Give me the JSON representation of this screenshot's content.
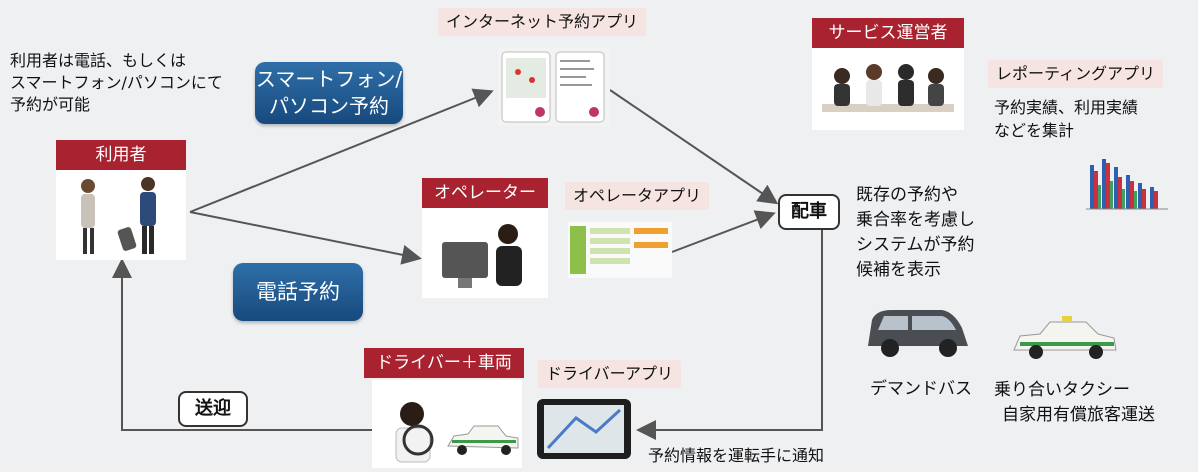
{
  "user_note": [
    "利用者は電話、もしくは",
    "スマートフォン/パソコンにて",
    "予約が可能"
  ],
  "user_label": "利用者",
  "smartphone_booking": [
    "スマートフォン/",
    "パソコン予約"
  ],
  "phone_booking": "電話予約",
  "internet_app": "インターネット予約アプリ",
  "operator_label": "オペレーター",
  "operator_app": "オペレータアプリ",
  "service_operator": "サービス運営者",
  "reporting_app": "レポーティングアプリ",
  "reporting_note": [
    "予約実績、利用実績",
    "などを集計"
  ],
  "dispatch": "配車",
  "dispatch_note": [
    "既存の予約や",
    "乗合率を考慮し",
    "システムが予約",
    "候補を表示"
  ],
  "driver_label": "ドライバー＋車両",
  "driver_app": "ドライバーアプリ",
  "pickup": "送迎",
  "notify": "予約情報を運転手に通知",
  "demand_bus": "デマンドバス",
  "shared_taxi": [
    "乗り合いタクシー",
    "自家用有償旅客運送"
  ],
  "colors": {
    "tag_red": "#a8232f",
    "tag_pink": "#f6e4e3",
    "blue_box": "#1f5a92"
  }
}
